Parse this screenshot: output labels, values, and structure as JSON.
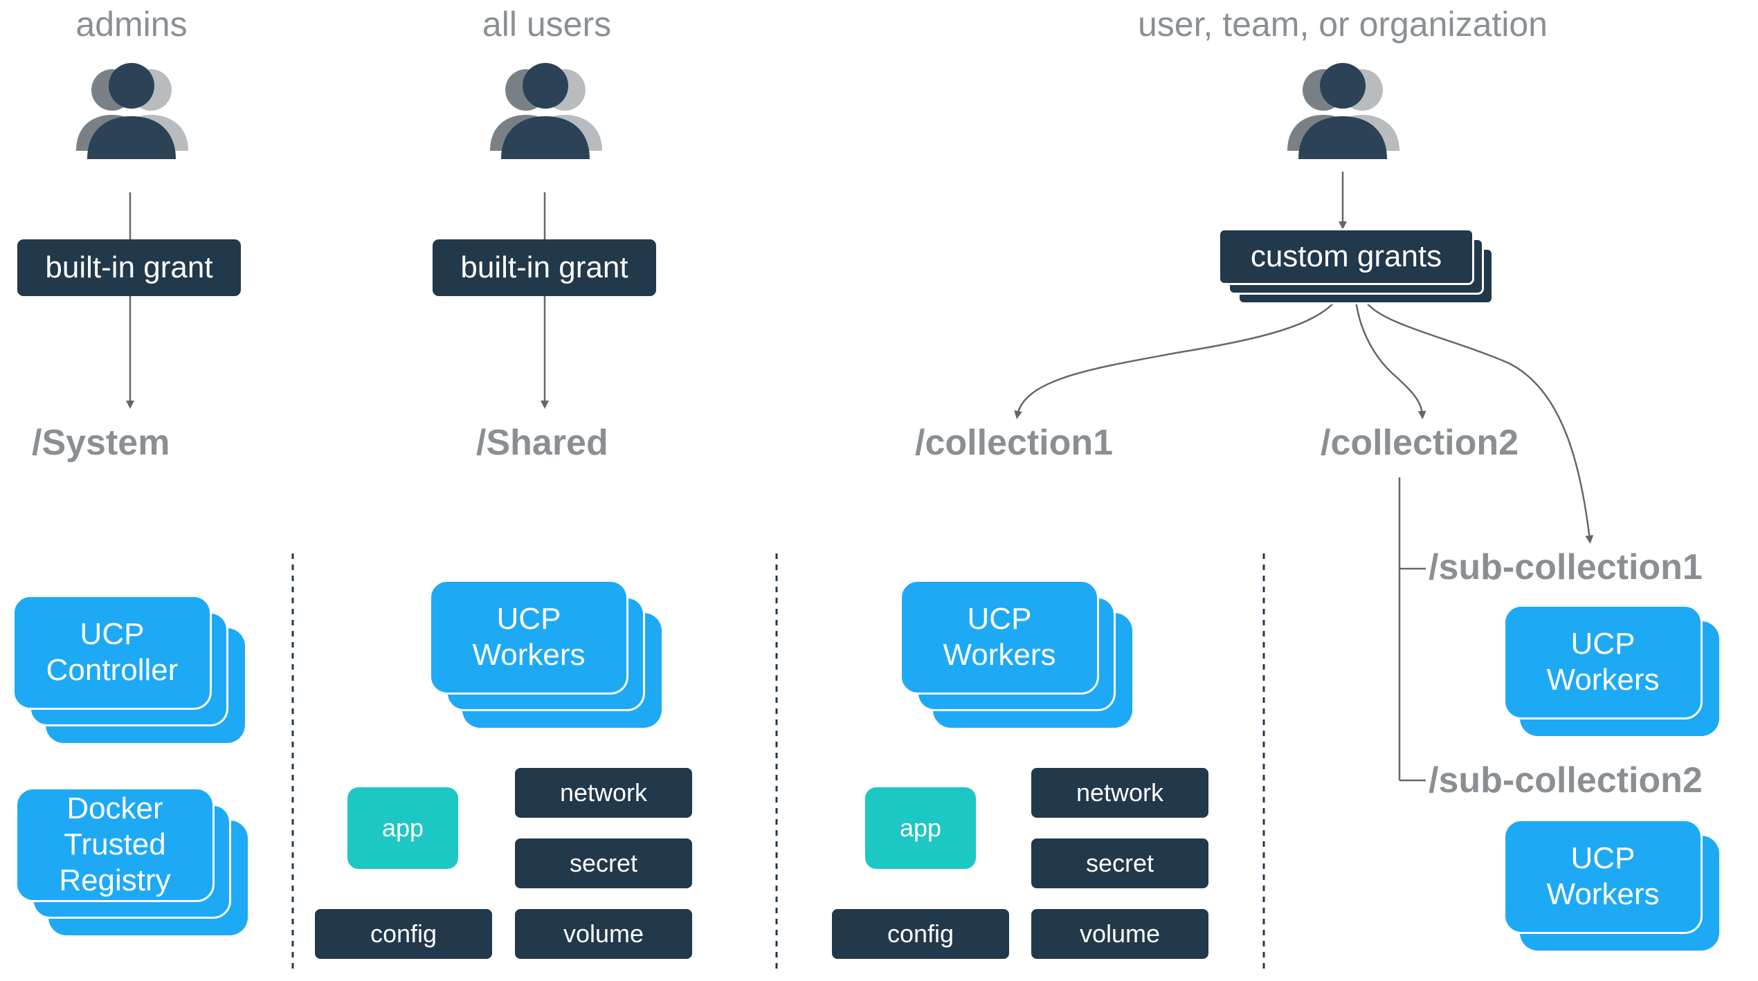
{
  "columns": {
    "system": {
      "audience": "admins",
      "grant": "built-in grant",
      "collection": "/System",
      "controller_stack": "UCP\nController",
      "dtr_stack": "Docker\nTrusted\nRegistry"
    },
    "shared": {
      "audience": "all users",
      "grant": "built-in grant",
      "collection": "/Shared",
      "workers_stack": "UCP\nWorkers",
      "resources": {
        "app": "app",
        "network": "network",
        "secret": "secret",
        "config": "config",
        "volume": "volume"
      }
    },
    "custom": {
      "audience": "user, team, or organization",
      "grant": "custom grants",
      "collection1": {
        "label": "/collection1",
        "workers_stack": "UCP\nWorkers",
        "resources": {
          "app": "app",
          "network": "network",
          "secret": "secret",
          "config": "config",
          "volume": "volume"
        }
      },
      "collection2": {
        "label": "/collection2",
        "sub1": {
          "label": "/sub-collection1",
          "workers_stack": "UCP\nWorkers"
        },
        "sub2": {
          "label": "/sub-collection2",
          "workers_stack": "UCP\nWorkers"
        }
      }
    }
  },
  "colors": {
    "grant_bg": "#22384b",
    "node_blue": "#1ea9f5",
    "app_teal": "#1cc7c4",
    "label_gray": "#8a8f93",
    "line_gray": "#666666"
  },
  "icons": {
    "users": "users-group-icon"
  }
}
